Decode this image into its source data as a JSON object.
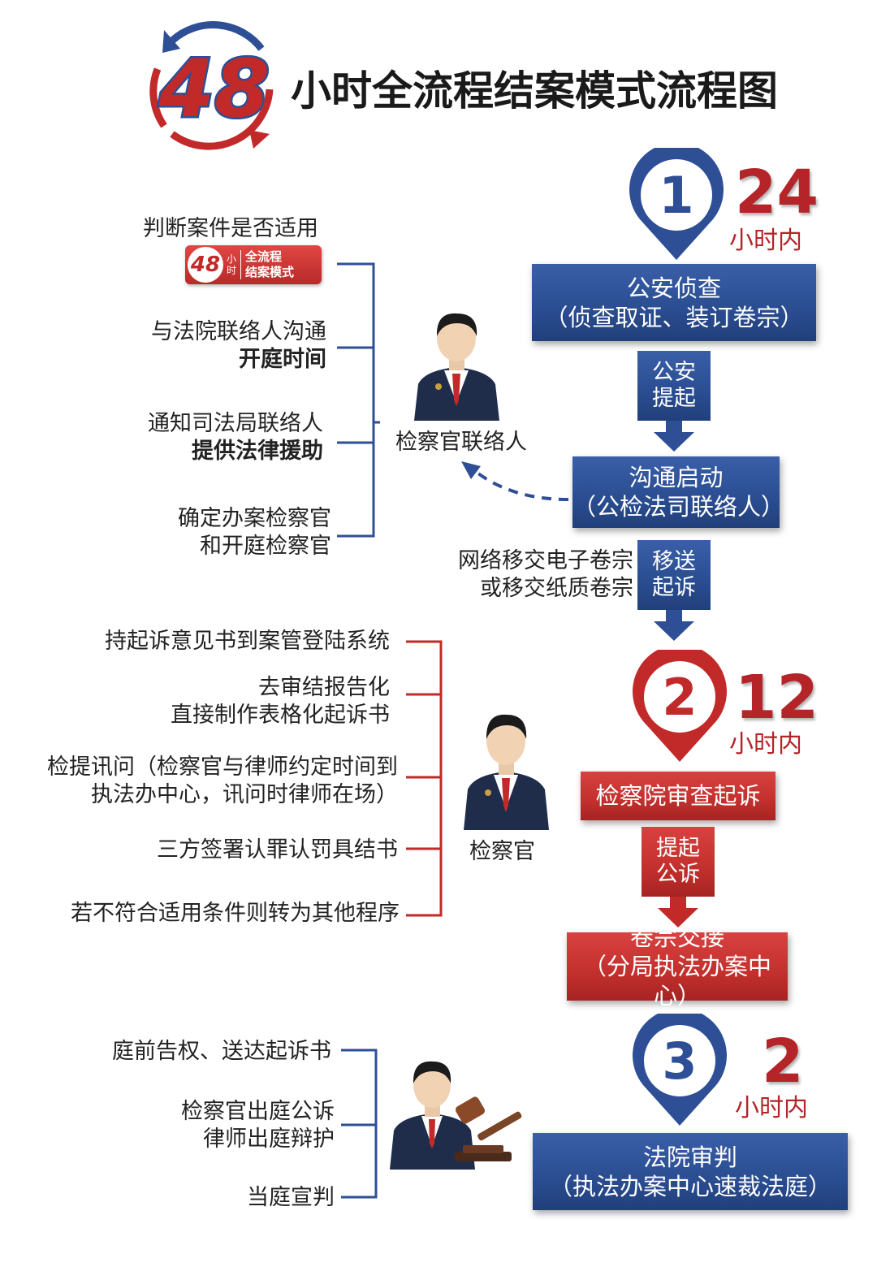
{
  "header": {
    "logo_number": "48",
    "title": "小时全流程结案模式流程图"
  },
  "badge": {
    "number": "48",
    "small_top": "小",
    "small_bottom": "时",
    "line1": "全流程",
    "line2": "结案模式"
  },
  "stages": [
    {
      "number": "1",
      "hours": "24",
      "unit": "小时内",
      "color": "#2e4f95"
    },
    {
      "number": "2",
      "hours": "12",
      "unit": "小时内",
      "color": "#c22a2a"
    },
    {
      "number": "3",
      "hours": "2",
      "unit": "小时内",
      "color": "#2e4f95"
    }
  ],
  "flow": {
    "box1": {
      "line1": "公安侦查",
      "line2": "（侦查取证、装订卷宗）"
    },
    "stub1": {
      "line1": "公安",
      "line2": "提起"
    },
    "box2": {
      "line1": "沟通启动",
      "line2": "（公检法司联络人）"
    },
    "stub2": {
      "line1": "移送",
      "line2": "起诉"
    },
    "stub2_side": {
      "line1": "网络移交电子卷宗",
      "line2": "或移交纸质卷宗"
    },
    "box3": {
      "line1": "检察院审查起诉"
    },
    "stub3": {
      "line1": "提起",
      "line2": "公诉"
    },
    "box4": {
      "line1": "卷宗交接",
      "line2": "（分局执法办案中心）"
    },
    "box5": {
      "line1": "法院审判",
      "line2": "（执法办案中心速裁法庭）"
    }
  },
  "persons": {
    "liaison": "检察官联络人",
    "prosecutor": "检察官"
  },
  "section1": {
    "item1": "判断案件是否适用",
    "item2_a": "与法院联络人沟通",
    "item2_b": "开庭时间",
    "item3_a": "通知司法局联络人",
    "item3_b": "提供法律援助",
    "item4_a": "确定办案检察官",
    "item4_b": "和开庭检察官"
  },
  "section2": {
    "item1": "持起诉意见书到案管登陆系统",
    "item2_a": "去审结报告化",
    "item2_b": "直接制作表格化起诉书",
    "item3_a": "检提讯问（检察官与律师约定时间到",
    "item3_b": "执法办中心，讯问时律师在场）",
    "item4": "三方签署认罪认罚具结书",
    "item5": "若不符合适用条件则转为其他程序"
  },
  "section3": {
    "item1": "庭前告权、送达起诉书",
    "item2_a": "检察官出庭公诉",
    "item2_b": "律师出庭辩护",
    "item3": "当庭宣判"
  },
  "colors": {
    "blue": "#2e4f95",
    "red": "#c22a2a",
    "accent_red": "#b42428"
  }
}
